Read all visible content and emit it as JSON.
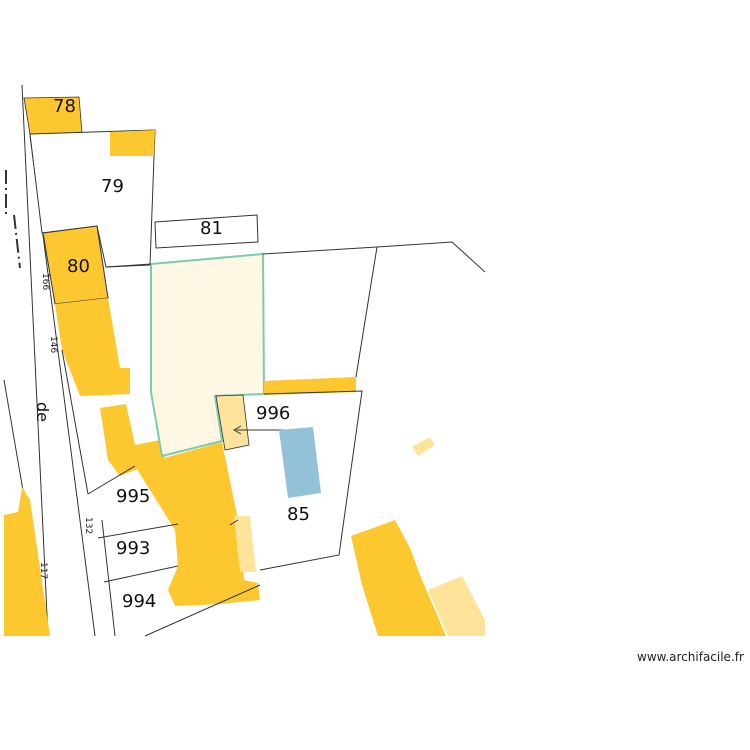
{
  "map": {
    "colors": {
      "building": "#fdc82f",
      "building_light": "#fee49b",
      "project_fill": "#fdf7e3",
      "project_outline": "#7ecab0",
      "pool": "#93c1d8",
      "parcel_line": "#333333"
    },
    "parcels": {
      "p78": "78",
      "p79": "79",
      "p80": "80",
      "p81": "81",
      "p85": "85",
      "p993": "993",
      "p994": "994",
      "p995": "995",
      "p996": "996"
    },
    "house_numbers": {
      "n166": "166",
      "n146": "146",
      "n132": "132",
      "n117": "117"
    },
    "street_fragment": "de"
  },
  "credit": "www.archifacile.fr"
}
